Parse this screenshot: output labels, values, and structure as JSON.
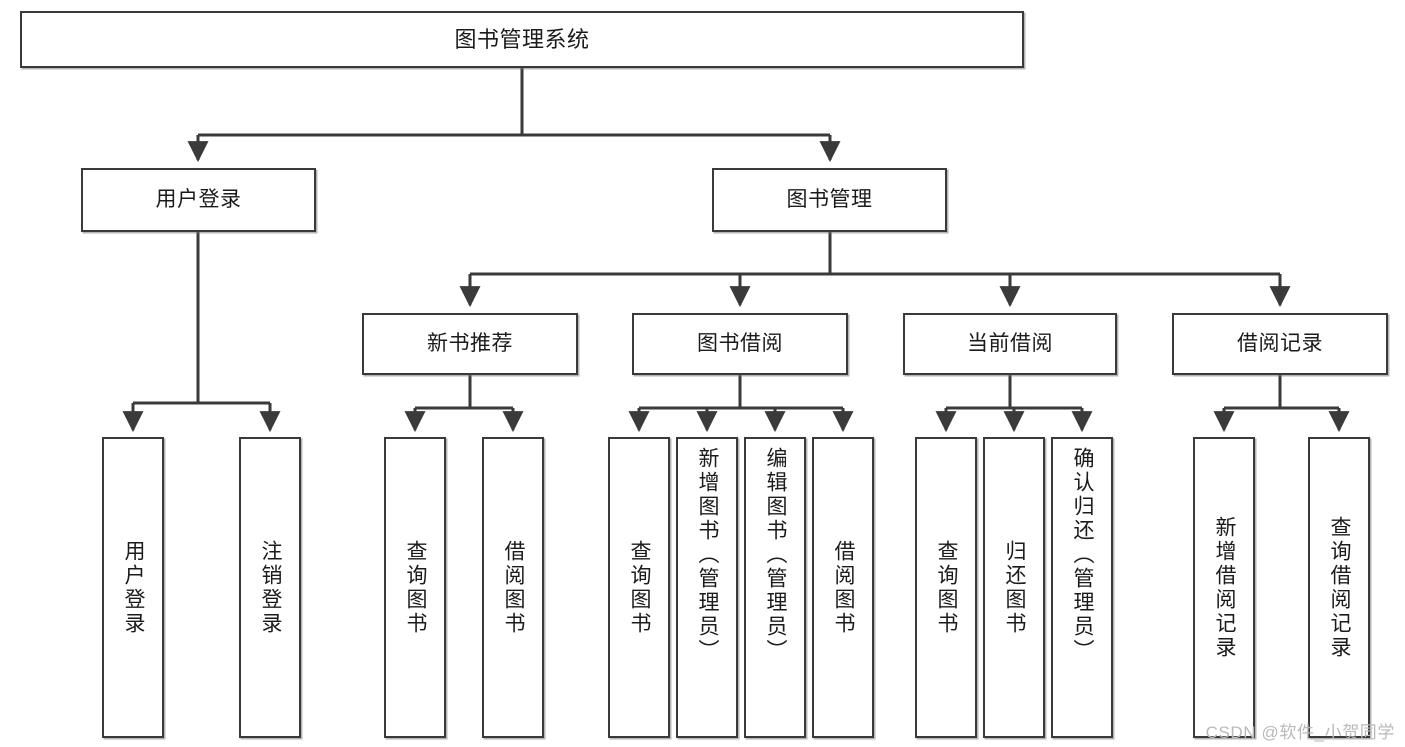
{
  "diagram": {
    "title": "图书管理系统",
    "watermark": "CSDN @软件_小贺同学",
    "colors": {
      "background": "#ffffff",
      "node_border": "#3a3a3a",
      "node_fill": "#ffffff",
      "connector": "#3a3a3a",
      "text": "#1b1b1b",
      "watermark": "#b9b9b9"
    },
    "levels": {
      "root": {
        "label": "图书管理系统"
      },
      "level2": [
        {
          "label": "用户登录"
        },
        {
          "label": "图书管理"
        }
      ],
      "level3": [
        {
          "label": "新书推荐"
        },
        {
          "label": "图书借阅"
        },
        {
          "label": "当前借阅"
        },
        {
          "label": "借阅记录"
        }
      ],
      "level4": [
        {
          "label": "用户登录",
          "parent": "用户登录"
        },
        {
          "label": "注销登录",
          "parent": "用户登录"
        },
        {
          "label": "查询图书",
          "parent": "新书推荐"
        },
        {
          "label": "借阅图书",
          "parent": "新书推荐"
        },
        {
          "label": "查询图书",
          "parent": "图书借阅"
        },
        {
          "label": "新增图书（管理员）",
          "parent": "图书借阅"
        },
        {
          "label": "编辑图书（管理员）",
          "parent": "图书借阅"
        },
        {
          "label": "借阅图书",
          "parent": "图书借阅"
        },
        {
          "label": "查询图书",
          "parent": "当前借阅"
        },
        {
          "label": "归还图书",
          "parent": "当前借阅"
        },
        {
          "label": "确认归还（管理员）",
          "parent": "当前借阅"
        },
        {
          "label": "新增借阅记录",
          "parent": "借阅记录"
        },
        {
          "label": "查询借阅记录",
          "parent": "借阅记录"
        }
      ]
    }
  }
}
